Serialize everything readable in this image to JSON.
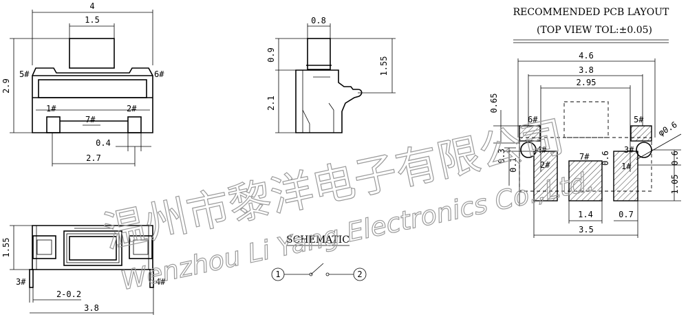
{
  "pcb_layout": {
    "title": "RECOMMENDED PCB LAYOUT",
    "subtitle": "(TOP VIEW TOL:±0.05)"
  },
  "dims": {
    "top_view": {
      "width": "4",
      "button": "1.5",
      "height": "2.9",
      "pin_pitch": "0.4",
      "pin_span": "2.7"
    },
    "side_view": {
      "button_w": "0.8",
      "button_h": "0.9",
      "body_h": "2.1",
      "total_h": "1.55"
    },
    "bottom_view": {
      "height": "1.55",
      "pitch": "2-0.2",
      "length": "3.8"
    },
    "pcb": {
      "w_4_6": "4.6",
      "w_3_8": "3.8",
      "w_2_95": "2.95",
      "h_0_65": "0.65",
      "dia": "φ0.6",
      "h_0_3": "0.3",
      "h_0_1": "0.1",
      "h_0_6a": "0.6",
      "h_0_6b": "0.6",
      "h_1_05": "1.05",
      "w_1_4": "1.4",
      "w_0_7": "0.7",
      "w_3_5": "3.5"
    }
  },
  "pins": {
    "p1": "1#",
    "p2": "2#",
    "p3": "3#",
    "p4": "4#",
    "p5": "5#",
    "p6": "6#",
    "p7": "7#"
  },
  "schematic": {
    "title": "SCHEMATIC",
    "node1": "1",
    "node2": "2"
  },
  "watermark": {
    "chinese": "温州市黎洋电子有限公司",
    "english": "Wenzhou Li Yang Electronics Co.,Ltd."
  }
}
